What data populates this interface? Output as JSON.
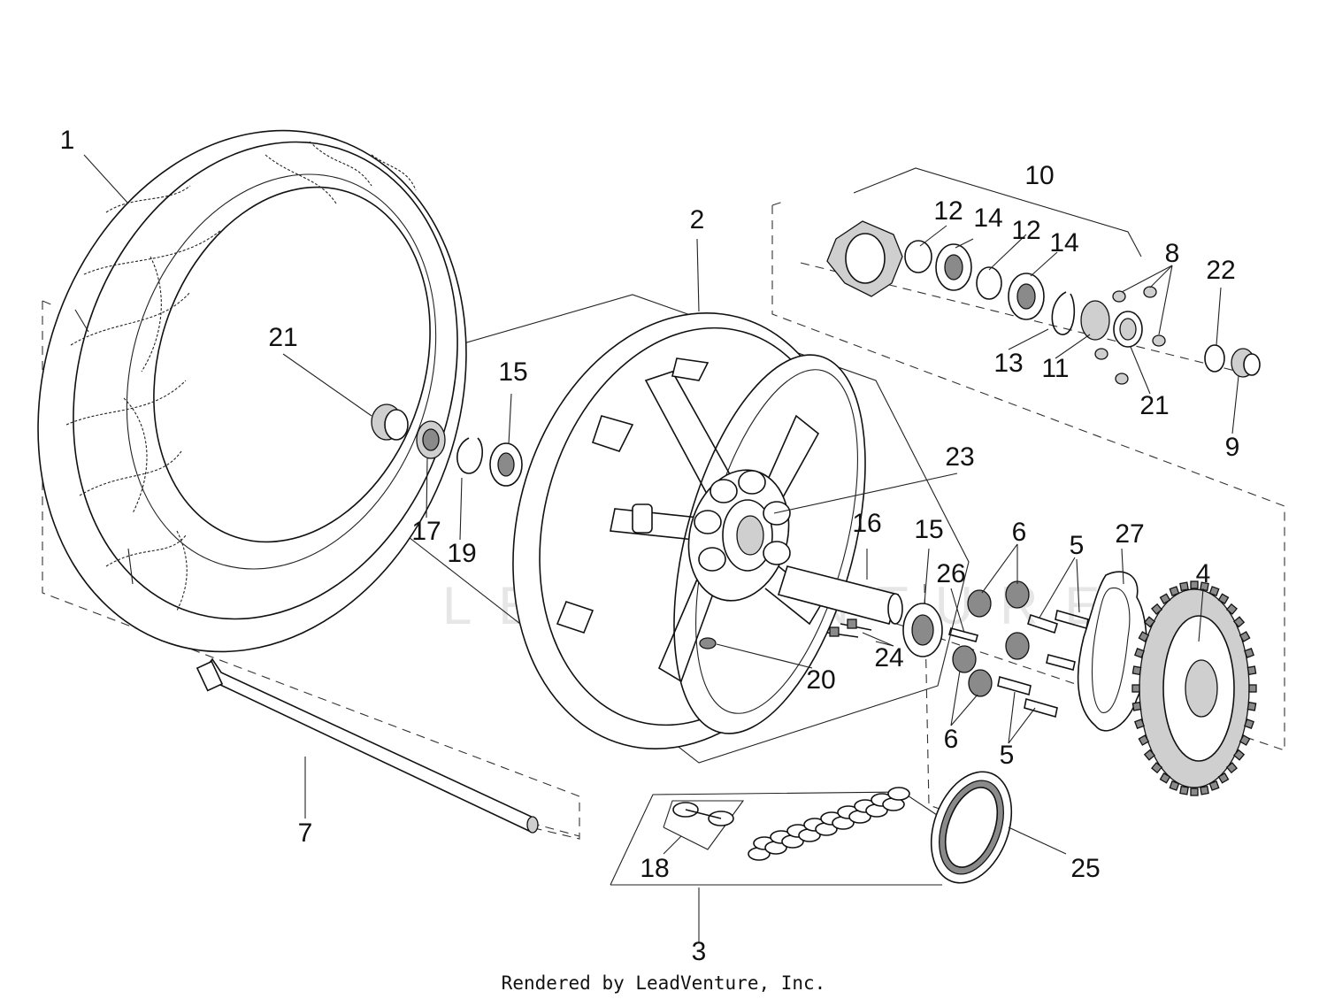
{
  "diagram": {
    "footer": "Rendered by LeadVenture, Inc.",
    "callouts": [
      {
        "id": "c1",
        "label": "1"
      },
      {
        "id": "c2",
        "label": "2"
      },
      {
        "id": "c3",
        "label": "3"
      },
      {
        "id": "c4",
        "label": "4"
      },
      {
        "id": "c5a",
        "label": "5"
      },
      {
        "id": "c5b",
        "label": "5"
      },
      {
        "id": "c6a",
        "label": "6"
      },
      {
        "id": "c6b",
        "label": "6"
      },
      {
        "id": "c7",
        "label": "7"
      },
      {
        "id": "c8",
        "label": "8"
      },
      {
        "id": "c9",
        "label": "9"
      },
      {
        "id": "c10",
        "label": "10"
      },
      {
        "id": "c11",
        "label": "11"
      },
      {
        "id": "c12a",
        "label": "12"
      },
      {
        "id": "c12b",
        "label": "12"
      },
      {
        "id": "c13",
        "label": "13"
      },
      {
        "id": "c14a",
        "label": "14"
      },
      {
        "id": "c14b",
        "label": "14"
      },
      {
        "id": "c15a",
        "label": "15"
      },
      {
        "id": "c15b",
        "label": "15"
      },
      {
        "id": "c16",
        "label": "16"
      },
      {
        "id": "c17",
        "label": "17"
      },
      {
        "id": "c18",
        "label": "18"
      },
      {
        "id": "c19",
        "label": "19"
      },
      {
        "id": "c20",
        "label": "20"
      },
      {
        "id": "c21a",
        "label": "21"
      },
      {
        "id": "c21b",
        "label": "21"
      },
      {
        "id": "c22",
        "label": "22"
      },
      {
        "id": "c23",
        "label": "23"
      },
      {
        "id": "c24",
        "label": "24"
      },
      {
        "id": "c25",
        "label": "25"
      },
      {
        "id": "c26",
        "label": "26"
      },
      {
        "id": "c27",
        "label": "27"
      }
    ]
  }
}
